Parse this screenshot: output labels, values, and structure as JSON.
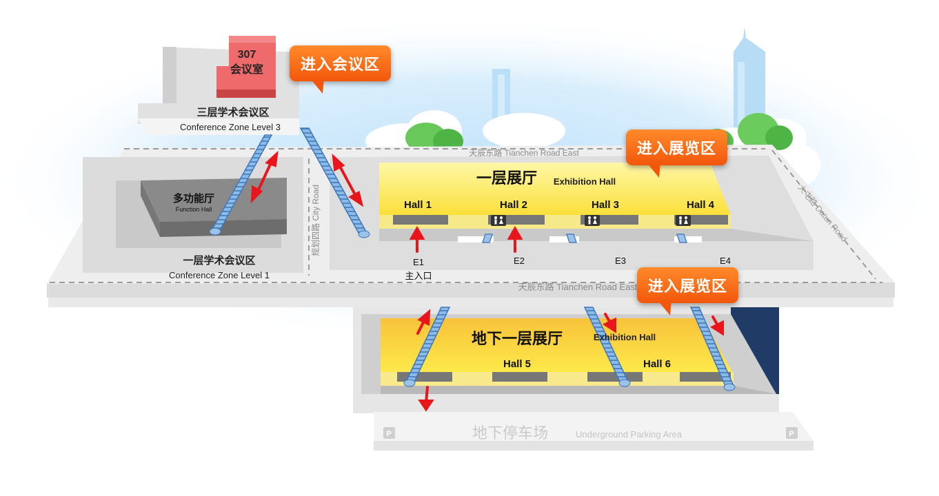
{
  "callouts": {
    "meeting": "进入会议区",
    "exhibition_upper": "进入展览区",
    "exhibition_lower": "进入展览区"
  },
  "room307": {
    "number": "307",
    "name": "会议室"
  },
  "conf3": {
    "zh": "三层学术会议区",
    "en": "Conference Zone Level 3"
  },
  "function_hall": {
    "zh": "多功能厅",
    "en": "Function Hall"
  },
  "conf1": {
    "zh": "一层学术会议区",
    "en": "Conference Zone Level 1"
  },
  "roads": {
    "tianchen_top": "天辰东路 Tianchen Road East",
    "tianchen_bottom": "天辰东路 Tianchen Road East",
    "city": "规划四路 City Road",
    "datun": "大屯路 Datun Road"
  },
  "hall_level1": {
    "zh": "一层展厅",
    "en": "Exhibition Hall",
    "halls": [
      "Hall 1",
      "Hall 2",
      "Hall 3",
      "Hall 4"
    ]
  },
  "entrances": {
    "e1": "E1",
    "e1_main": "主入口",
    "e2": "E2",
    "e3": "E3",
    "e4": "E4"
  },
  "hall_b1": {
    "zh": "地下一层展厅",
    "en": "Exhibition Hall",
    "halls": [
      "Hall 5",
      "Hall 6"
    ]
  },
  "parking": {
    "zh": "地下停车场",
    "en": "Underground Parking Area",
    "sign": "P"
  },
  "colors": {
    "callout": "#f2570b",
    "hall": "#fde94a",
    "room307": "#e85a5a",
    "arrow": "#e8151b",
    "escalator": "#7fb3e6",
    "sky": "#cfe8fb"
  }
}
